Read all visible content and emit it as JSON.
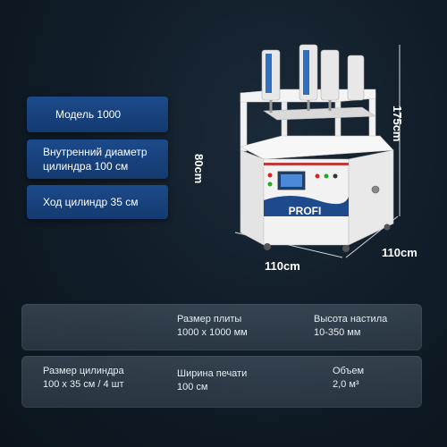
{
  "specs": {
    "model": "Модель 1000",
    "cylinder_diameter_line1": "Внутренний диаметр",
    "cylinder_diameter_line2": "цилиндра 100 см",
    "stroke": "Ход цилиндр 35 см"
  },
  "machine": {
    "brand": "PROFI",
    "accent_color": "#1c4a8a",
    "body_color": "#f2f2f2"
  },
  "dimensions": {
    "height": "175cm",
    "base_height": "80cm",
    "width": "110cm",
    "depth": "110cm"
  },
  "details": {
    "plate_size": {
      "label": "Размер плиты",
      "value": "1000 x 1000 мм"
    },
    "floor_height": {
      "label": "Высота настила",
      "value": "10-350 мм"
    },
    "cylinder_size": {
      "label": "Размер цилиндра",
      "value": "100 x 35 см / 4 шт"
    },
    "print_width": {
      "label": "Ширина печати",
      "value": "100 см"
    },
    "volume": {
      "label": "Объем",
      "value": "2,0 м³"
    }
  }
}
